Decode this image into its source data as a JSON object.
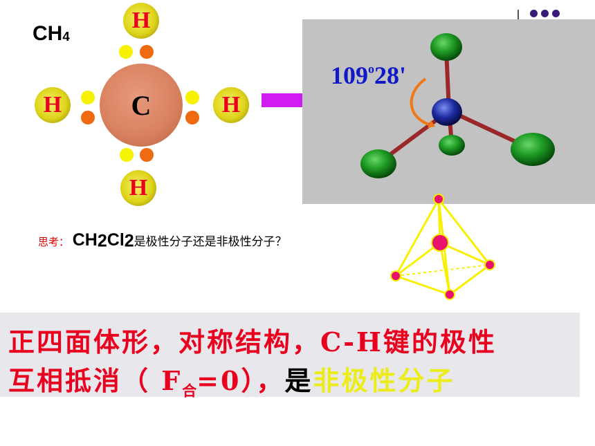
{
  "formula": {
    "main": "CH",
    "sub": "4"
  },
  "atoms": {
    "carbon": "C",
    "hydrogen": "H"
  },
  "angle": {
    "deg": "109",
    "sup": "o",
    "min": "28'"
  },
  "question": {
    "label": "思考：",
    "f1": "CH",
    "s1": "2",
    "f2": "Cl",
    "s2": "2",
    "rest": "是极性分子还是非极性分子？"
  },
  "banner": {
    "line1": "正四面体形，对称结构，C-H键的极性",
    "line2_a": "互相抵消（ F",
    "line2_sub": "合",
    "line2_b": "=0），",
    "line2_c": "是",
    "line2_d": "非极性分子"
  },
  "colors": {
    "accent_red": "#e8001e",
    "hydrogen": "#dfd41a",
    "carbon": "#d8805e",
    "arrow": "#d01cf0",
    "angle_blue": "#1018c8",
    "highlight_yellow": "#ecec1a"
  }
}
